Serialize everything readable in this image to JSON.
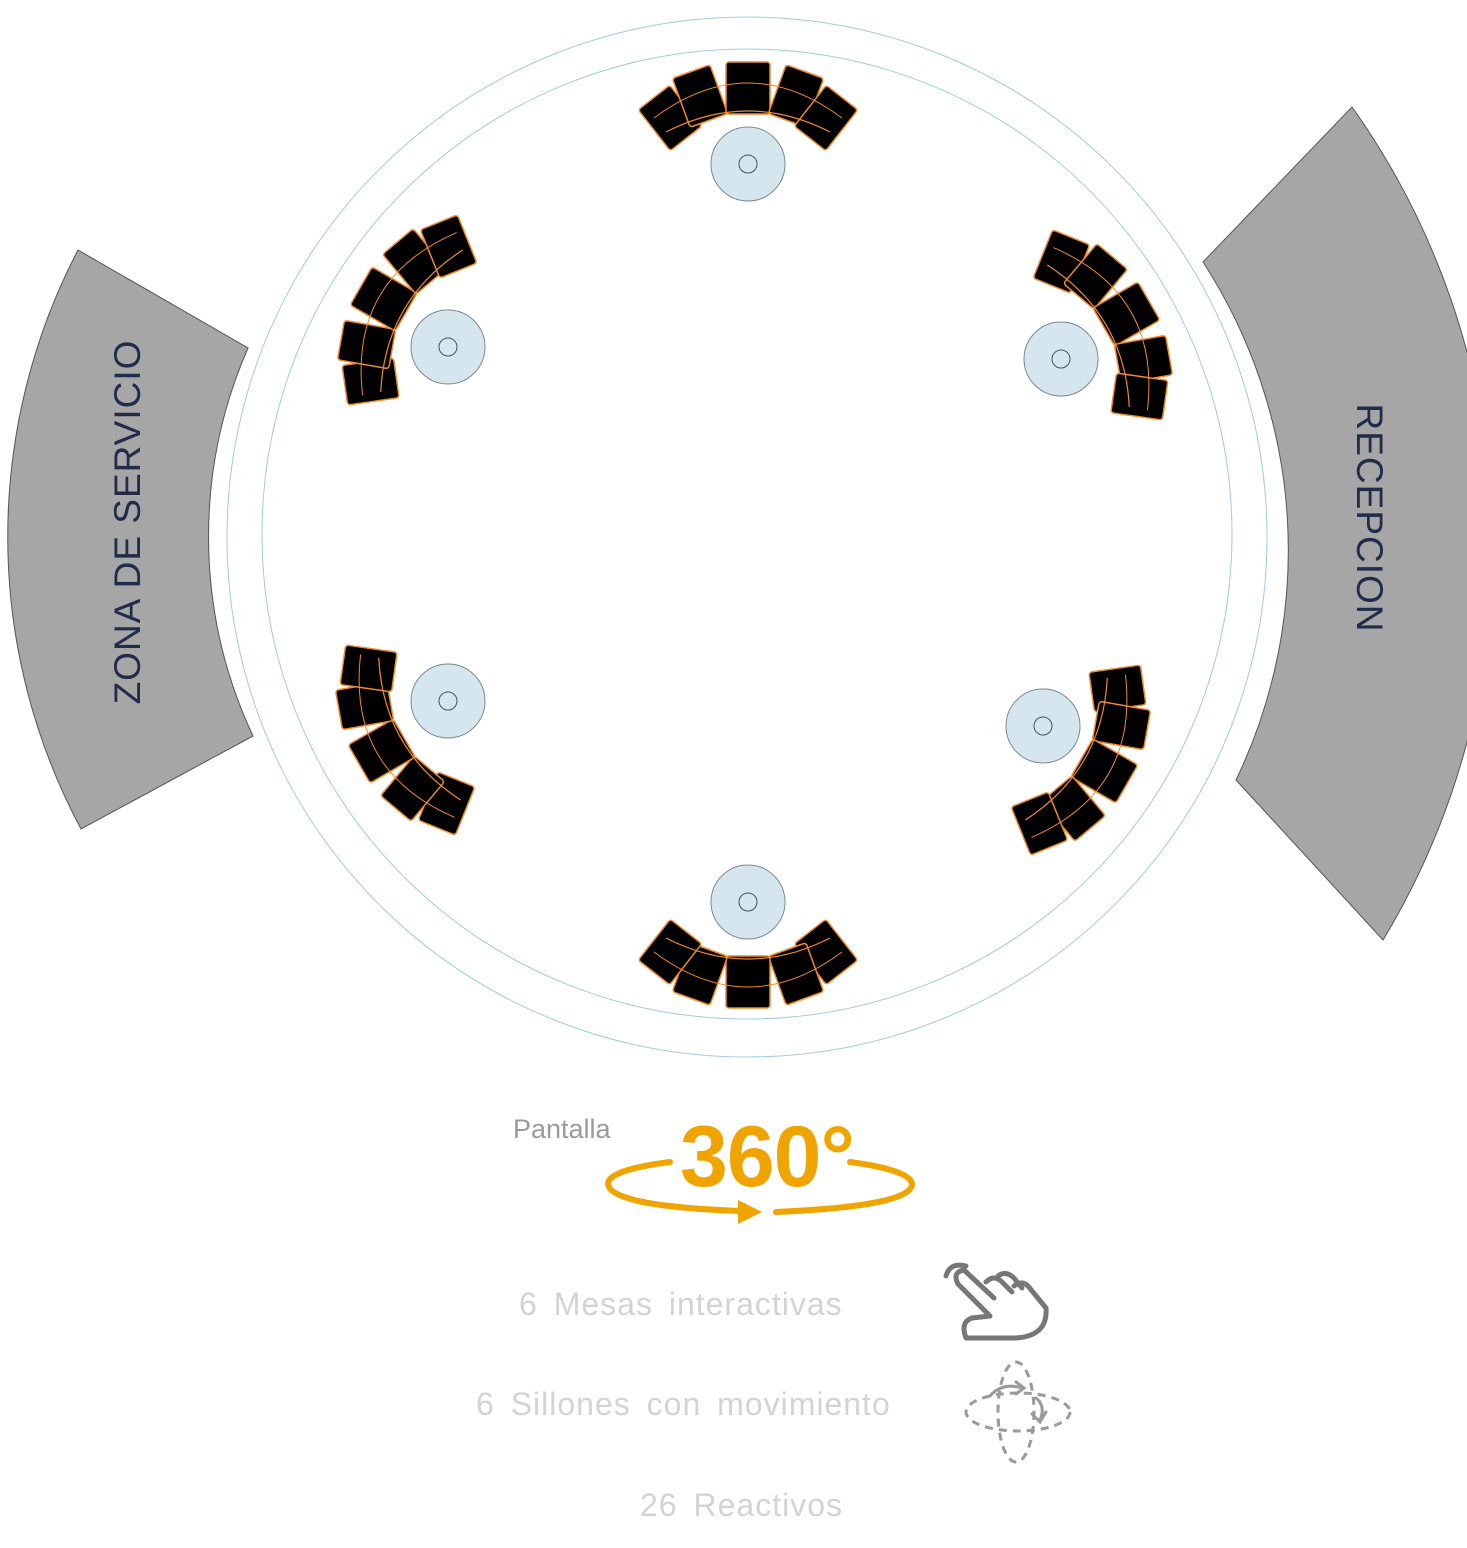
{
  "zones": {
    "left_label": "ZONA DE SERVICIO",
    "right_label": "RECEPCION"
  },
  "screen": {
    "prefix": "Pantalla",
    "degrees": "360°"
  },
  "features": [
    {
      "text": "6 Mesas interactivas",
      "icon": "touch-hand-icon"
    },
    {
      "text": "6 Sillones con movimiento",
      "icon": "rotation-motion-icon"
    },
    {
      "text": "26 Reactivos",
      "icon": ""
    }
  ],
  "colors": {
    "accent": "#f0a400",
    "zone_fill": "#a6a6a6",
    "ring_stroke": "#9fcbe0",
    "table_fill": "#d5e6ee",
    "sofa_fill": "#000000",
    "sofa_outline": "#f08a2a",
    "feature_text": "#d3d3d3"
  }
}
